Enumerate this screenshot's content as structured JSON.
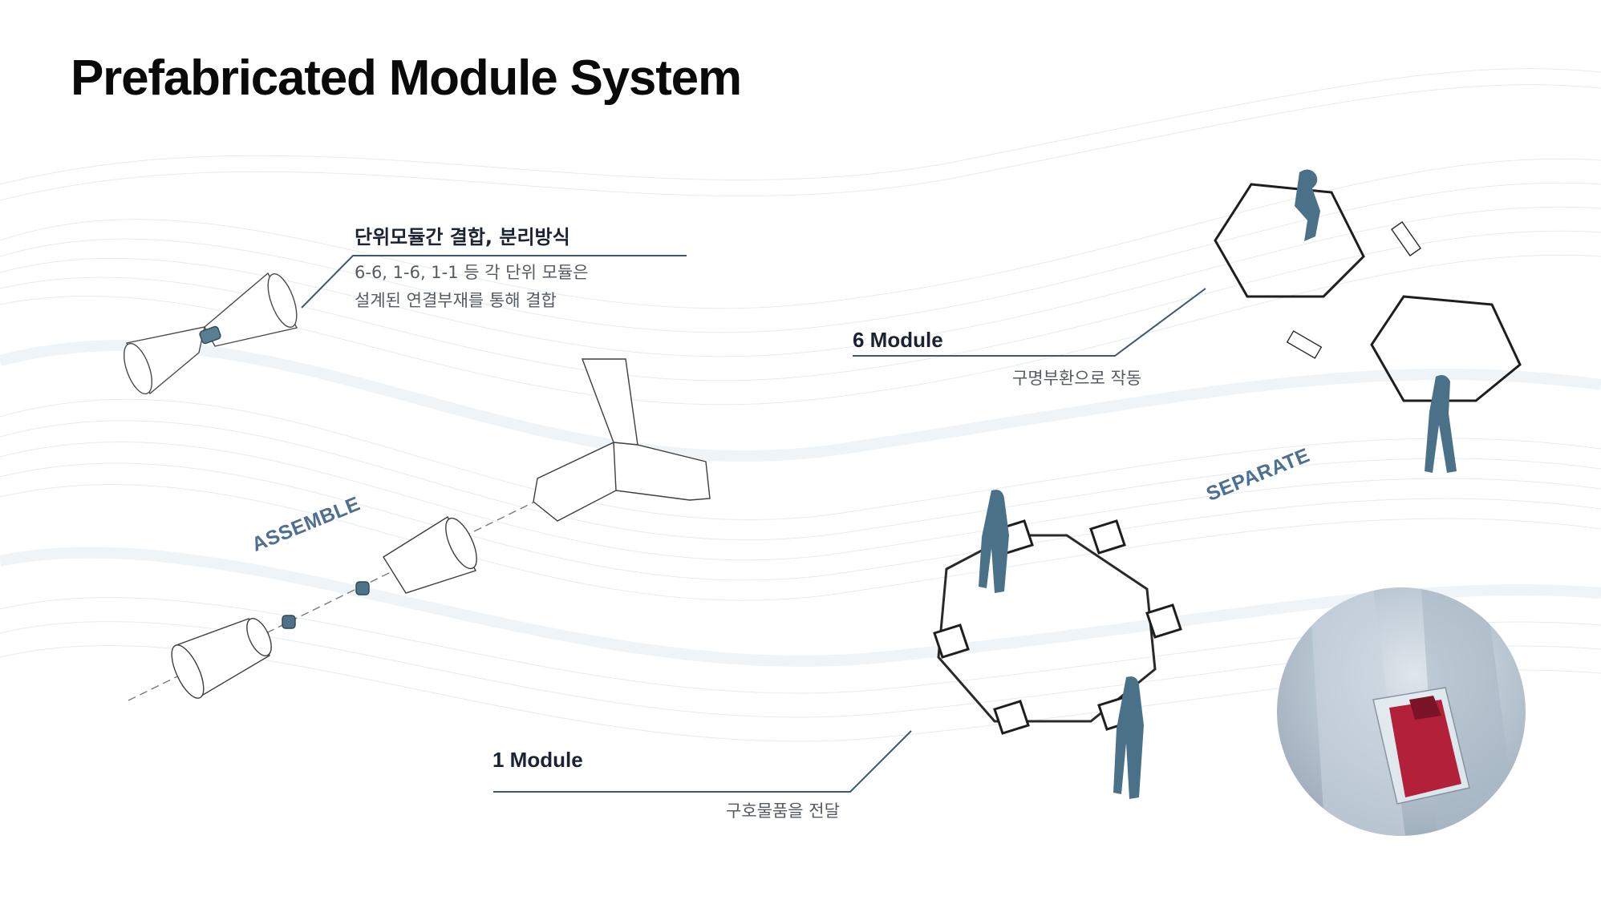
{
  "page": {
    "title": "Prefabricated Module System"
  },
  "callouts": {
    "joint": {
      "heading": "단위모듈간 결합, 분리방식",
      "lines": [
        "6-6, 1-6, 1-1 등 각 단위 모듈은",
        "설계된 연결부재를 통해 결합"
      ]
    },
    "six_module": {
      "heading": "6 Module",
      "desc": "구명부환으로 작동"
    },
    "one_module": {
      "heading": "1 Module",
      "desc": "구호물품을 전달"
    }
  },
  "tags": {
    "assemble": "ASSEMBLE",
    "separate": "SEPARATE"
  },
  "colors": {
    "accent": "#4d6f91",
    "leader_line": "#3b5877",
    "figure": "#4a7188",
    "title": "#0a0a0a"
  }
}
